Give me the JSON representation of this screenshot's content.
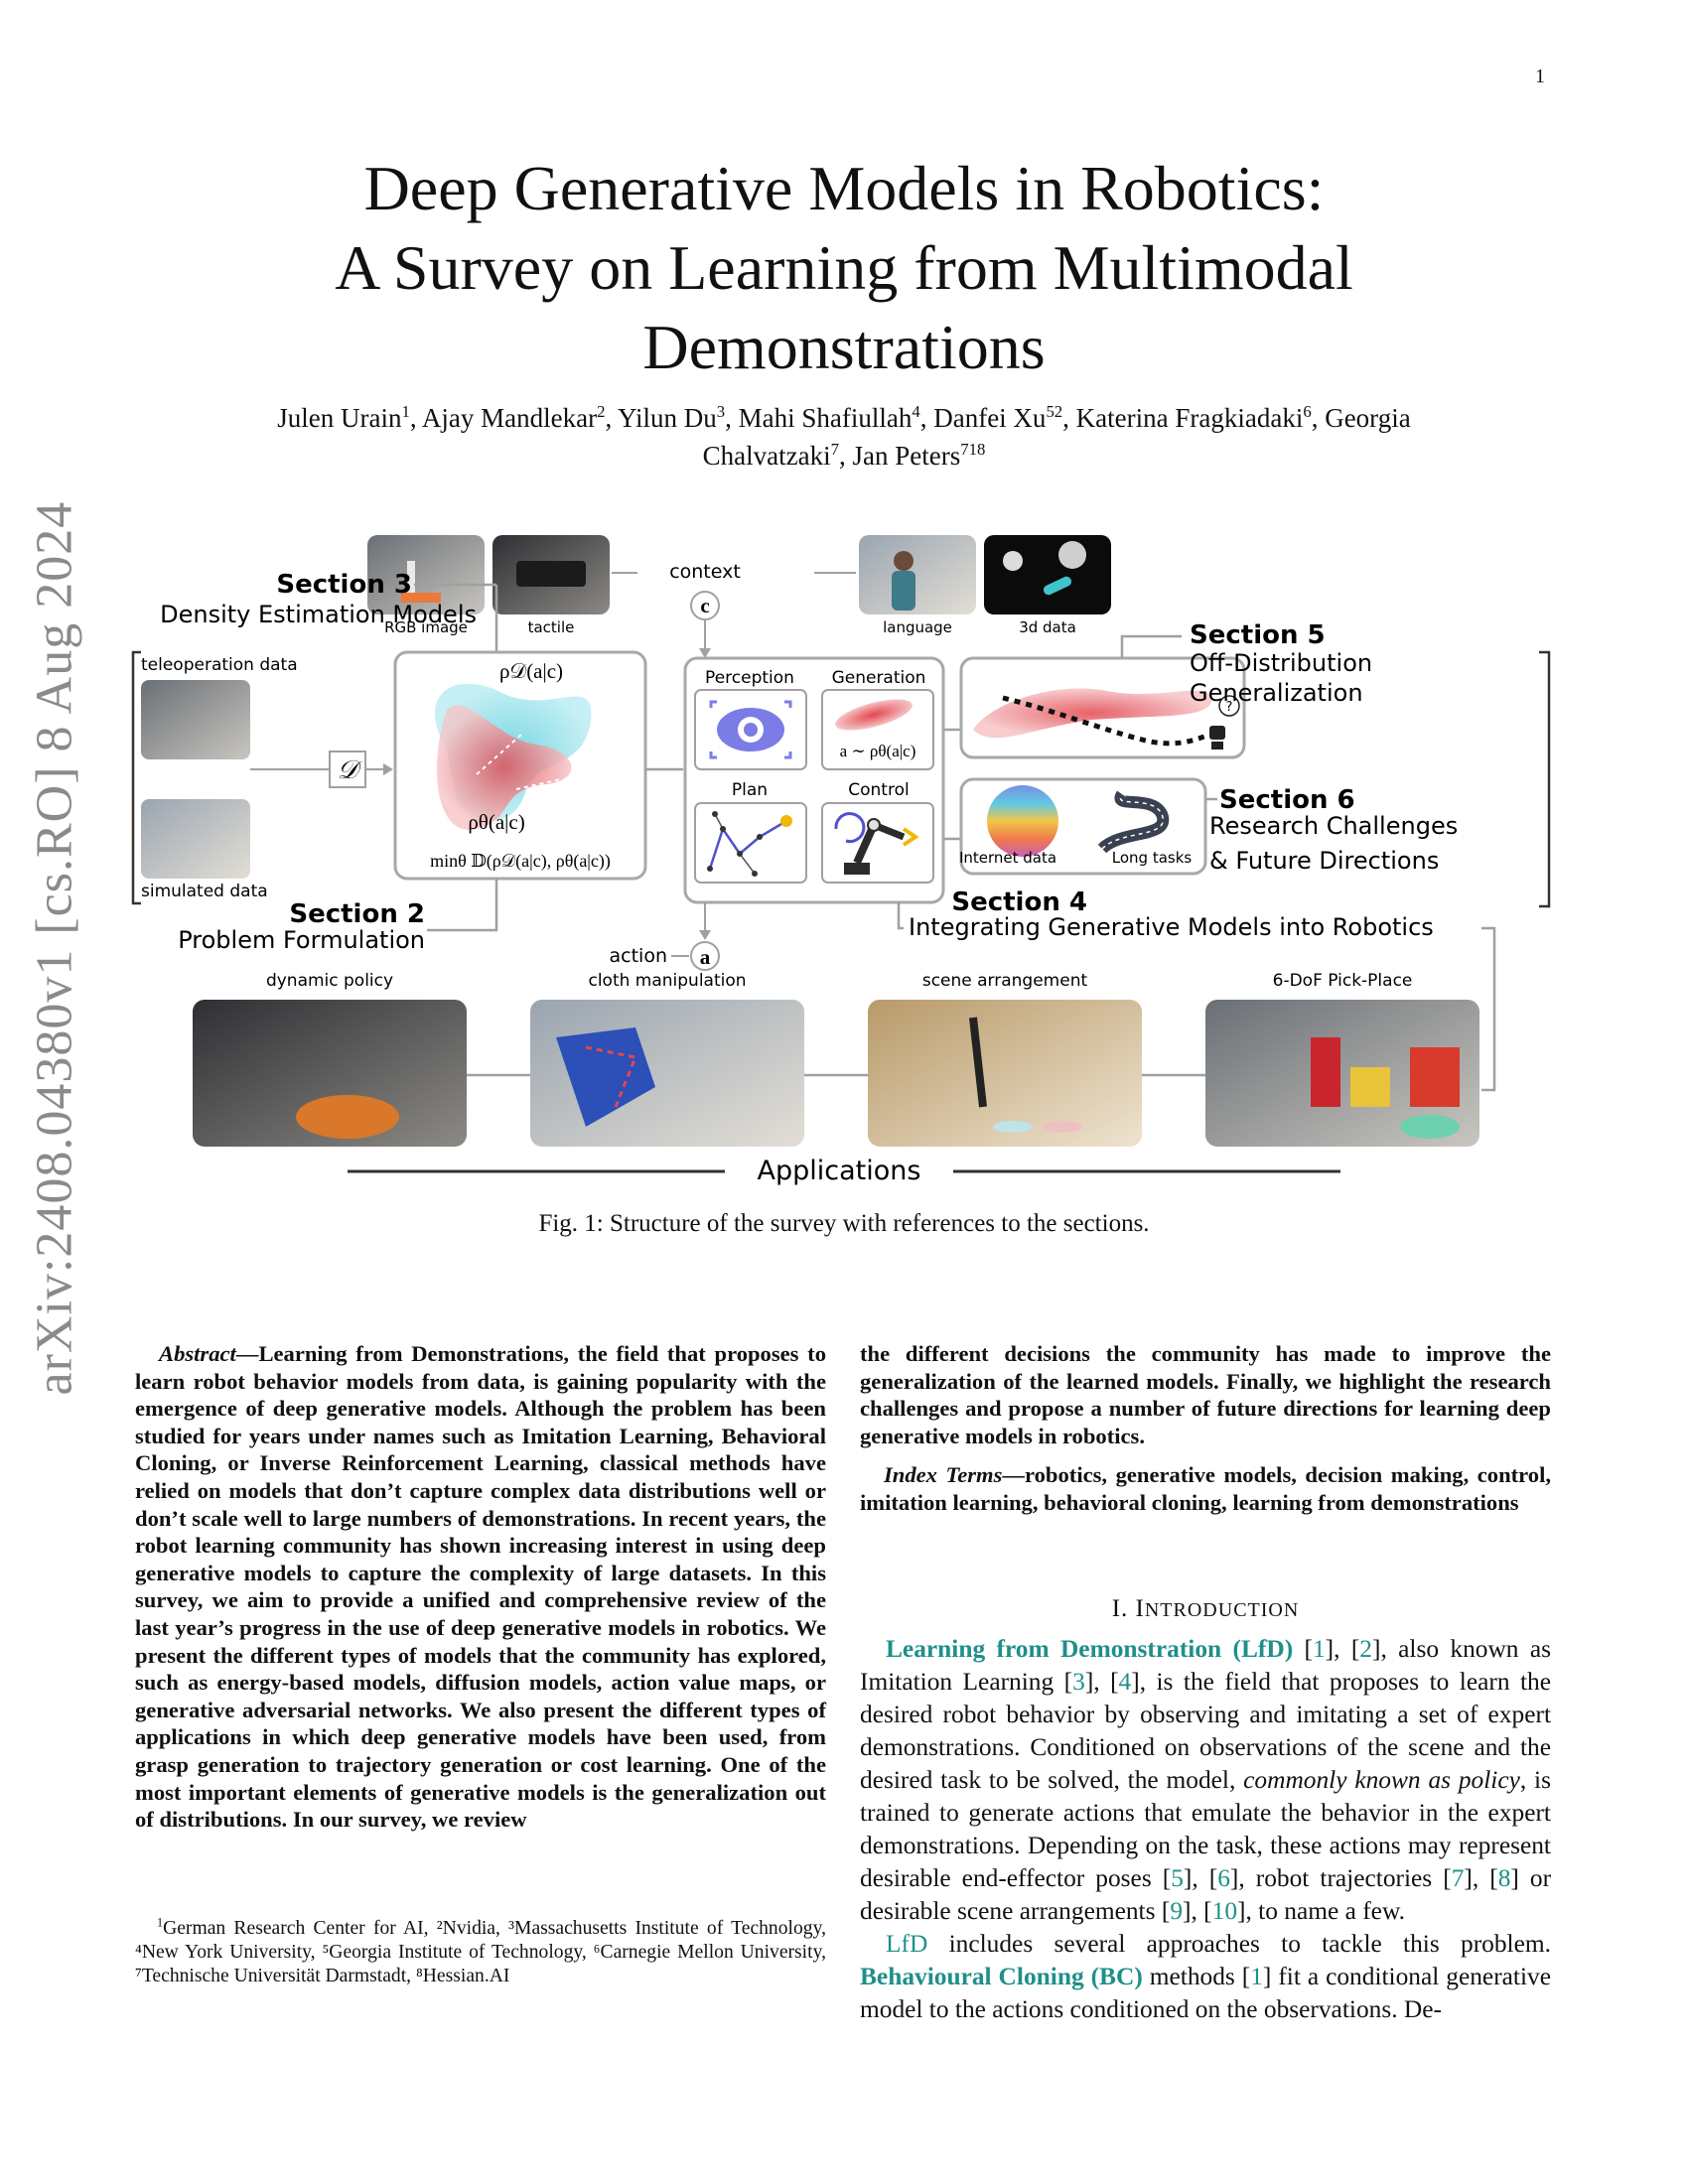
{
  "page_number": "1",
  "arxiv_stamp": "arXiv:2408.04380v1  [cs.RO]  8 Aug 2024",
  "title_lines": [
    "Deep Generative Models in Robotics:",
    "A Survey on Learning from Multimodal",
    "Demonstrations"
  ],
  "authors": {
    "line1": [
      {
        "name": "Julen Urain",
        "sup": "1"
      },
      {
        "name": "Ajay Mandlekar",
        "sup": "2"
      },
      {
        "name": "Yilun Du",
        "sup": "3"
      },
      {
        "name": "Mahi Shafiullah",
        "sup": "4"
      },
      {
        "name": "Danfei Xu",
        "sup": "52"
      },
      {
        "name": "Katerina Fragkiadaki",
        "sup": "6"
      }
    ],
    "line1_tail": "Georgia",
    "line2": [
      {
        "name": "Chalvatzaki",
        "sup": "7"
      },
      {
        "name": "Jan Peters",
        "sup": "718"
      }
    ]
  },
  "figure": {
    "inputs": [
      "RGB image",
      "tactile",
      "language",
      "3d data"
    ],
    "context_label": "context",
    "context_symbol": "c",
    "sec3_title": "Section 3",
    "sec3_sub": "Density Estimation Models",
    "teleop_label": "teleoperation data",
    "sim_label": "simulated data",
    "dataset_symbol": "𝒟",
    "density_top": "ρ𝒟(a|c)",
    "density_bottom": "ρθ(a|c)",
    "objective": "minθ 𝔻(ρ𝒟(a|c), ρθ(a|c))",
    "sec2_title": "Section 2",
    "sec2_sub": "Problem Formulation",
    "panel_perception": "Perception",
    "panel_generation": "Generation",
    "gen_formula": "a ∼ ρθ(a|c)",
    "panel_plan": "Plan",
    "panel_control": "Control",
    "action_label": "action",
    "action_symbol": "a",
    "sec4_title": "Section 4",
    "sec4_sub": "Integrating Generative Models into Robotics",
    "sec5_title": "Section 5",
    "sec5_sub1": "Off-Distribution",
    "sec5_sub2": "Generalization",
    "sec6_title": "Section 6",
    "sec6_sub1": "Research Challenges",
    "sec6_sub2": "& Future Directions",
    "internet_label": "Internet data",
    "long_tasks_label": "Long tasks",
    "apps": [
      "dynamic policy",
      "cloth manipulation",
      "scene arrangement",
      "6-DoF Pick-Place"
    ],
    "applications_label": "Applications",
    "colors": {
      "teal": "#4fc0d0",
      "red": "#e2474f",
      "grey": "#a0a0a0",
      "purple": "#7b7ce6"
    }
  },
  "caption": "Fig. 1: Structure of the survey with references to the sections.",
  "abstract": {
    "label": "Abstract",
    "text": "—Learning from Demonstrations, the field that proposes to learn robot behavior models from data, is gaining popularity with the emergence of deep generative models. Although the problem has been studied for years under names such as Imitation Learning, Behavioral Cloning, or Inverse Reinforcement Learning, classical methods have relied on models that don’t capture complex data distributions well or don’t scale well to large numbers of demonstrations. In recent years, the robot learning community has shown increasing interest in using deep generative models to capture the complexity of large datasets. In this survey, we aim to provide a unified and comprehensive review of the last year’s progress in the use of deep generative models in robotics. We present the different types of models that the community has explored, such as energy-based models, diffusion models, action value maps, or generative adversarial networks. We also present the different types of applications in which deep generative models have been used, from grasp generation to trajectory generation or cost learning. One of the most important elements of generative models is the generalization out of distributions. In our survey, we review",
    "continued": "the different decisions the community has made to improve the generalization of the learned models. Finally, we highlight the research challenges and propose a number of future directions for learning deep generative models in robotics."
  },
  "index_terms": {
    "label": "Index Terms",
    "text": "—robotics, generative models, decision making, control, imitation learning, behavioral cloning, learning from demonstrations"
  },
  "section1": {
    "numeral": "I.",
    "first": "I",
    "rest": "NTRODUCTION"
  },
  "intro": {
    "p1": {
      "lfd": "Learning from Demonstration (LfD)",
      "refs_a": [
        "1",
        "2"
      ],
      "t1": "also known as Imitation Learning",
      "refs_b": [
        "3",
        "4"
      ],
      "t2": "is the field that proposes to learn the desired robot behavior by observing and imitating a set of expert demonstrations. Conditioned on observations of the scene and the desired task to be solved, the model,",
      "italic": "commonly known as policy",
      "t3": "is trained to generate actions that emulate the behavior in the expert demonstrations. Depending on the task, these actions may represent desirable end-effector poses",
      "refs_c": [
        "5",
        "6"
      ],
      "t4": "robot trajectories",
      "refs_d": [
        "7",
        "8"
      ],
      "t5": "or desirable scene arrangements",
      "refs_e": [
        "9",
        "10"
      ],
      "t6": "to name a few."
    },
    "p2": {
      "lfd": "LfD",
      "t1": "includes several approaches to tackle this problem.",
      "bc": "Behavioural Cloning (BC)",
      "t2": "methods",
      "ref": "1",
      "t3": "fit a conditional generative model to the actions conditioned on the observations. De-"
    }
  },
  "footnote": "German Research Center for AI, ²Nvidia, ³Massachusetts Institute of Technology, ⁴New York University, ⁵Georgia Institute of Technology, ⁶Carnegie Mellon University, ⁷Technische Universität Darmstadt, ⁸Hessian.AI",
  "footnote_sup": "1"
}
